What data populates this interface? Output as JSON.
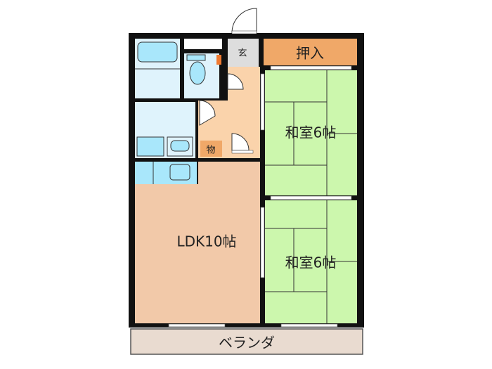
{
  "rooms": {
    "genkan": "玄",
    "oshiire": "押入",
    "storage": "物",
    "washitsu_1": "和室6帖",
    "washitsu_2": "和室6帖",
    "ldk": "LDK10帖",
    "veranda": "ベランダ"
  },
  "colors": {
    "tatami": "#ccf7ad",
    "ldk": "#f2c9a9",
    "hall": "#fad3ab",
    "oshiire": "#f0a868",
    "genkan": "#dddddd",
    "wet_area": "#dff3fc",
    "fixture": "#a9e7fb",
    "veranda": "#e9dbd0",
    "wall": "#111111"
  }
}
